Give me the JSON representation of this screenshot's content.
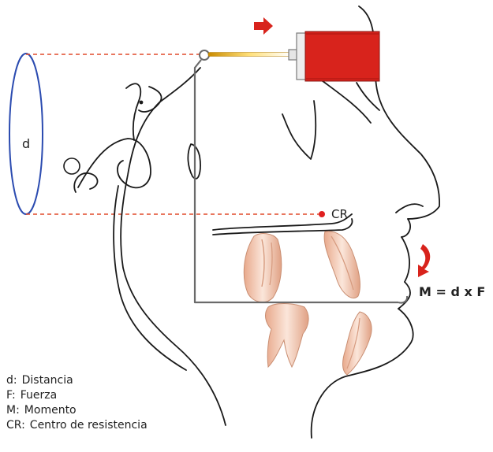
{
  "labels": {
    "distance": "d",
    "center_of_resistance": "CR",
    "moment_formula": "M = d x F"
  },
  "legend": [
    {
      "key": "d:",
      "text": "Distancia"
    },
    {
      "key": "F:",
      "text": "Fuerza"
    },
    {
      "key": "M:",
      "text": "Momento"
    },
    {
      "key": "CR:",
      "text": "Centro de resistencia"
    }
  ],
  "colors": {
    "force_arrow": "#d8231c",
    "actuator_body": "#d8231c",
    "center_point": "#e02020",
    "moment_arrow": "#d8231c",
    "dashed_guide": "#e04a2a",
    "distance_ellipse": "#2b4bb0",
    "wire": "#666666",
    "spring": "#f2b800",
    "outline": "#1a1a1a",
    "tooth_fill": "#f4d4c2",
    "tooth_shade": "#d69a7e"
  }
}
